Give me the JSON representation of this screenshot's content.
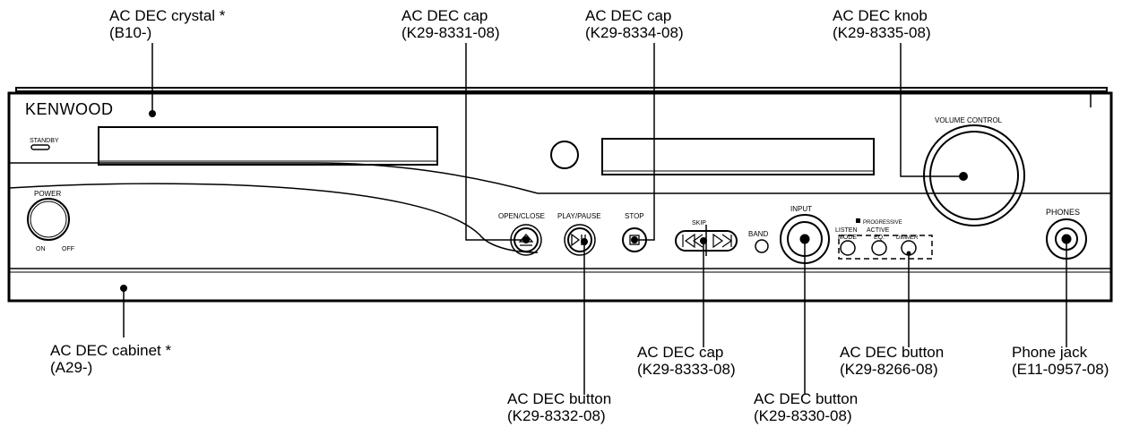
{
  "panel": {
    "brand": "KENWOOD",
    "standby": "STANDBY",
    "power": "POWER",
    "power_on": "ON",
    "power_off": "OFF",
    "open_close": "OPEN/CLOSE",
    "play_pause": "PLAY/PAUSE",
    "stop": "STOP",
    "skip": "SKIP",
    "band": "BAND",
    "input": "INPUT",
    "progressive": "PROGRESSIVE",
    "listen": "LISTEN",
    "mode": "MODE",
    "active": "ACTIVE",
    "eq": "EQ.",
    "dimmer": "DIMMER",
    "volume_control": "VOLUME CONTROL",
    "phones": "PHONES"
  },
  "callouts": {
    "crystal": {
      "name": "AC DEC crystal *",
      "part": "(B10-)"
    },
    "cap_open": {
      "name": "AC DEC cap",
      "part": "(K29-8331-08)"
    },
    "cap_stop": {
      "name": "AC DEC cap",
      "part": "(K29-8334-08)"
    },
    "knob": {
      "name": "AC DEC knob",
      "part": "(K29-8335-08)"
    },
    "cabinet": {
      "name": "AC DEC cabinet *",
      "part": "(A29-)"
    },
    "button_play": {
      "name": "AC DEC button",
      "part": "(K29-8332-08)"
    },
    "cap_skip": {
      "name": "AC DEC cap",
      "part": "(K29-8333-08)"
    },
    "button_input": {
      "name": "AC DEC button",
      "part": "(K29-8330-08)"
    },
    "button_mode": {
      "name": "AC DEC button",
      "part": "(K29-8266-08)"
    },
    "phone_jack": {
      "name": "Phone jack",
      "part": "(E11-0957-08)"
    }
  }
}
